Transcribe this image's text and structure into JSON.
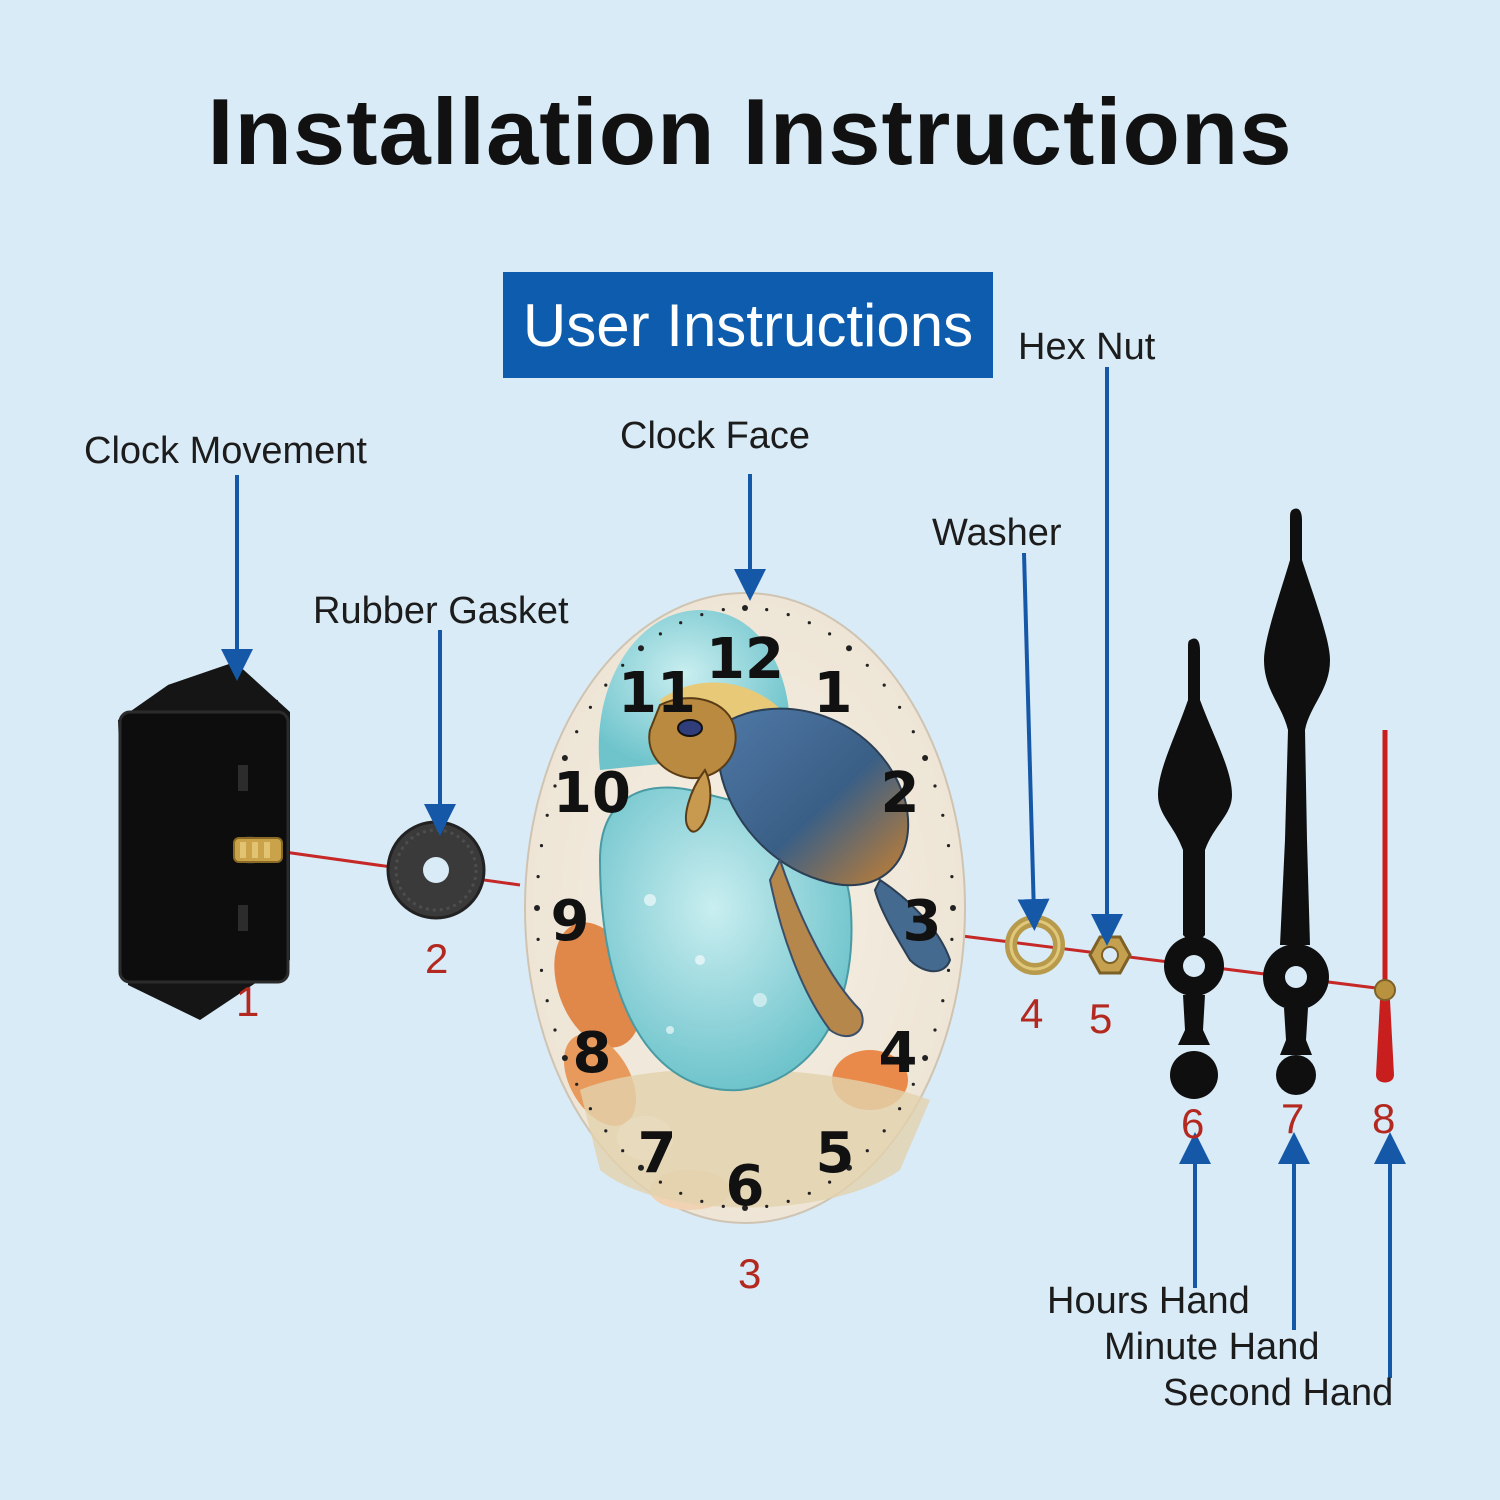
{
  "title": "Installation Instructions",
  "banner": "User Instructions",
  "parts": {
    "clock_movement": "Clock Movement",
    "rubber_gasket": "Rubber Gasket",
    "clock_face": "Clock Face",
    "washer": "Washer",
    "hex_nut": "Hex Nut",
    "hours_hand": "Hours Hand",
    "minute_hand": "Minute Hand",
    "second_hand": "Second Hand"
  },
  "numbers": {
    "n1": "1",
    "n2": "2",
    "n3": "3",
    "n4": "4",
    "n5": "5",
    "n6": "6",
    "n7": "7",
    "n8": "8"
  },
  "dial": {
    "h12": "12",
    "h1": "1",
    "h2": "2",
    "h3": "3",
    "h4": "4",
    "h5": "5",
    "h6": "6",
    "h7": "7",
    "h8": "8",
    "h9": "9",
    "h10": "10",
    "h11": "11"
  },
  "colors": {
    "background": "#d9ebf7",
    "banner": "#0d5cad",
    "arrow": "#1658a8",
    "axis": "#c62828",
    "number": "#b3281f"
  }
}
